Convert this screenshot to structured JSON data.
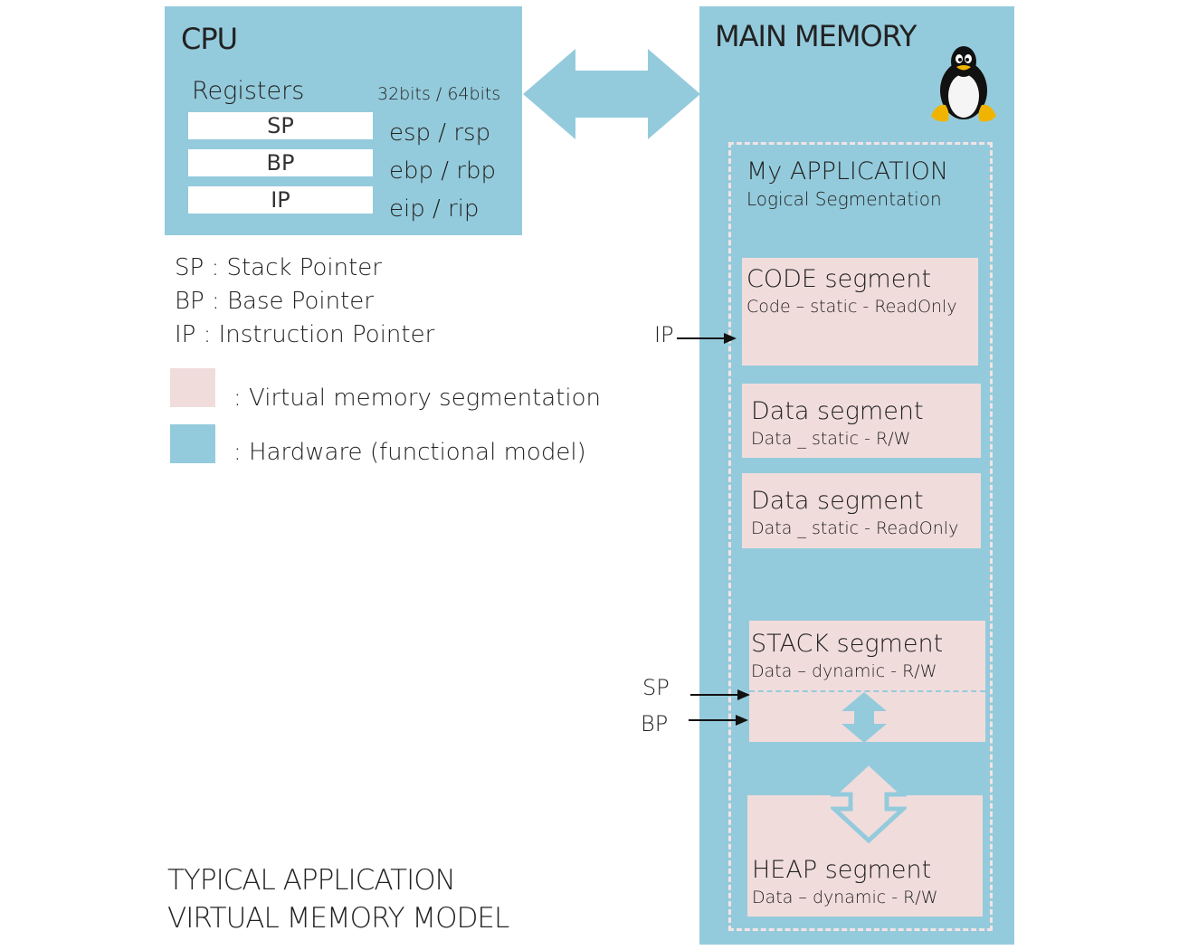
{
  "cpu": {
    "title": "CPU",
    "registers_label": "Registers",
    "width_label": "32bits / 64bits",
    "registers": [
      {
        "name": "SP",
        "arch": "esp / rsp"
      },
      {
        "name": "BP",
        "arch": "ebp / rbp"
      },
      {
        "name": "IP",
        "arch": "eip / rip"
      }
    ]
  },
  "definitions": [
    "SP : Stack Pointer",
    "BP : Base Pointer",
    "IP : Instruction Pointer"
  ],
  "legend": [
    {
      "color": "#f1dcdc",
      "label": ": Virtual memory segmentation"
    },
    {
      "color": "#94cbdc",
      "label": ": Hardware (functional model)"
    }
  ],
  "memory": {
    "title": "MAIN MEMORY",
    "logo": "linux-tux-penguin",
    "application": {
      "title": "My APPLICATION",
      "subtitle": "Logical Segmentation"
    },
    "segments": [
      {
        "title": "CODE segment",
        "subtitle": "Code – static - ReadOnly"
      },
      {
        "title": "Data segment",
        "subtitle": "Data _ static - R/W"
      },
      {
        "title": "Data segment",
        "subtitle": "Data _ static - ReadOnly"
      },
      {
        "title": "STACK segment",
        "subtitle": "Data – dynamic - R/W"
      },
      {
        "title": "HEAP segment",
        "subtitle": "Data – dynamic - R/W"
      }
    ],
    "pointers": {
      "ip": "IP",
      "sp": "SP",
      "bp": "BP"
    }
  },
  "caption": {
    "line1": "TYPICAL APPLICATION",
    "line2": "VIRTUAL MEMORY MODEL"
  },
  "colors": {
    "hardware": "#94cbdc",
    "virtual": "#f1dcdc"
  }
}
